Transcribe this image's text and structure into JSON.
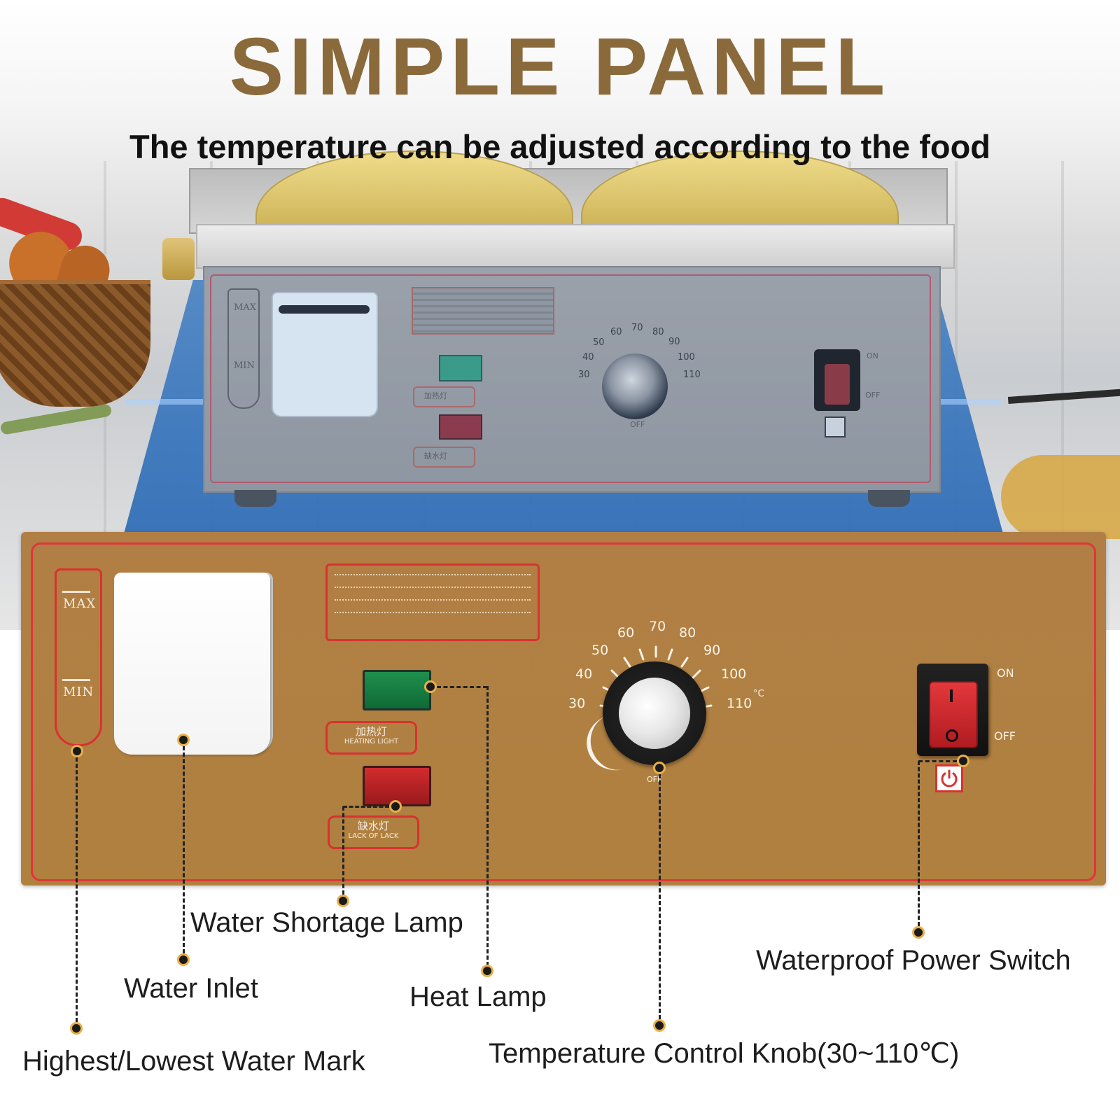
{
  "header": {
    "title": "SIMPLE PANEL",
    "subtitle": "The temperature can be adjusted according to the food"
  },
  "panel": {
    "gauge": {
      "max_label": "MAX",
      "min_label": "MIN"
    },
    "heating_light": {
      "cn_label": "加热灯",
      "en_label": "HEATING LIGHT"
    },
    "lack_light": {
      "cn_label": "缺水灯",
      "en_label": "LACK OF LACK"
    },
    "dial": {
      "scale": [
        "30",
        "40",
        "50",
        "60",
        "70",
        "80",
        "90",
        "100",
        "110"
      ],
      "unit": "°C",
      "off_label": "OFF"
    },
    "switch": {
      "on_label": "ON",
      "off_label": "OFF"
    }
  },
  "callouts": {
    "water_shortage_lamp": "Water Shortage Lamp",
    "water_inlet": "Water Inlet",
    "heat_lamp": "Heat Lamp",
    "power_switch": "Waterproof Power Switch",
    "water_mark": "Highest/Lowest Water Mark",
    "temperature_knob": "Temperature Control Knob(30~110℃)"
  },
  "colors": {
    "title": "#8a6a3b",
    "panel": "#b0803f",
    "panel_border": "#e0353a",
    "heat_lamp": "#1f8f4d",
    "lack_lamp": "#d12c2e",
    "switch_rocker": "#e4383c",
    "platform": "#3a76bc"
  }
}
